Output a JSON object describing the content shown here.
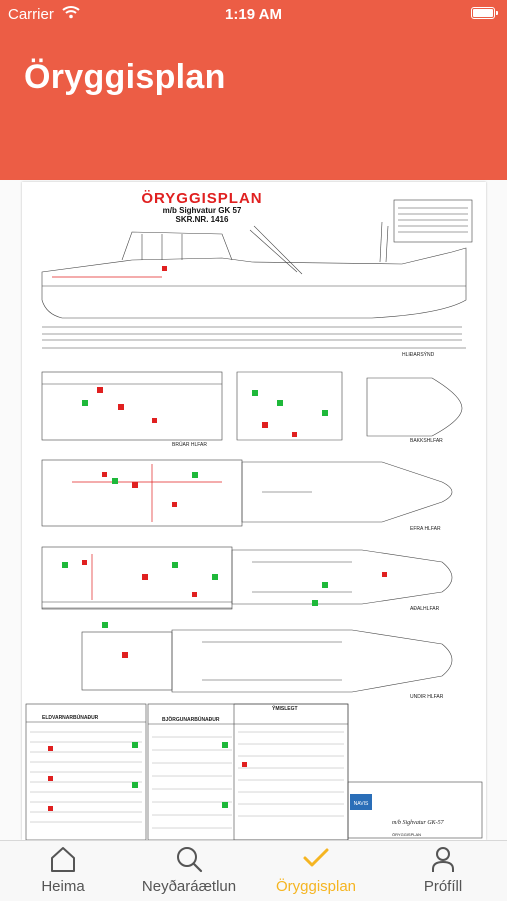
{
  "status_bar": {
    "carrier": "Carrier",
    "time": "1:19 AM"
  },
  "header": {
    "title": "Öryggisplan"
  },
  "plan": {
    "title": "ÖRYGGISPLAN",
    "vessel": "m/b Sighvatur GK 57",
    "reg": "SKR.NR. 1416",
    "deck_labels": [
      "HLIÐARSÝND",
      "BRÚAR HLFAR",
      "BAKKSHLFAR",
      "EFRA HLFAR",
      "AÐALHLFAR",
      "UNDIR HLFAR"
    ],
    "table_headers": [
      "ELDVARNARBÚNAÐUR",
      "BJÖRGUNARBÚNAÐUR",
      "ÝMISLEGT"
    ],
    "footer_vessel": "m/b Sighvatur GK-57",
    "footer_title": "ÖRYGGISPLAN",
    "footer_brand": "NAVIS"
  },
  "tabs": [
    {
      "label": "Heima",
      "icon": "home-icon",
      "active": false
    },
    {
      "label": "Neyðaráætlun",
      "icon": "search-icon",
      "active": false
    },
    {
      "label": "Öryggisplan",
      "icon": "checkmark-icon",
      "active": true
    },
    {
      "label": "Prófíll",
      "icon": "person-icon",
      "active": false
    }
  ],
  "colors": {
    "header": "#ec5d45",
    "active_tab": "#f5b522",
    "inactive_tab": "#555555"
  }
}
